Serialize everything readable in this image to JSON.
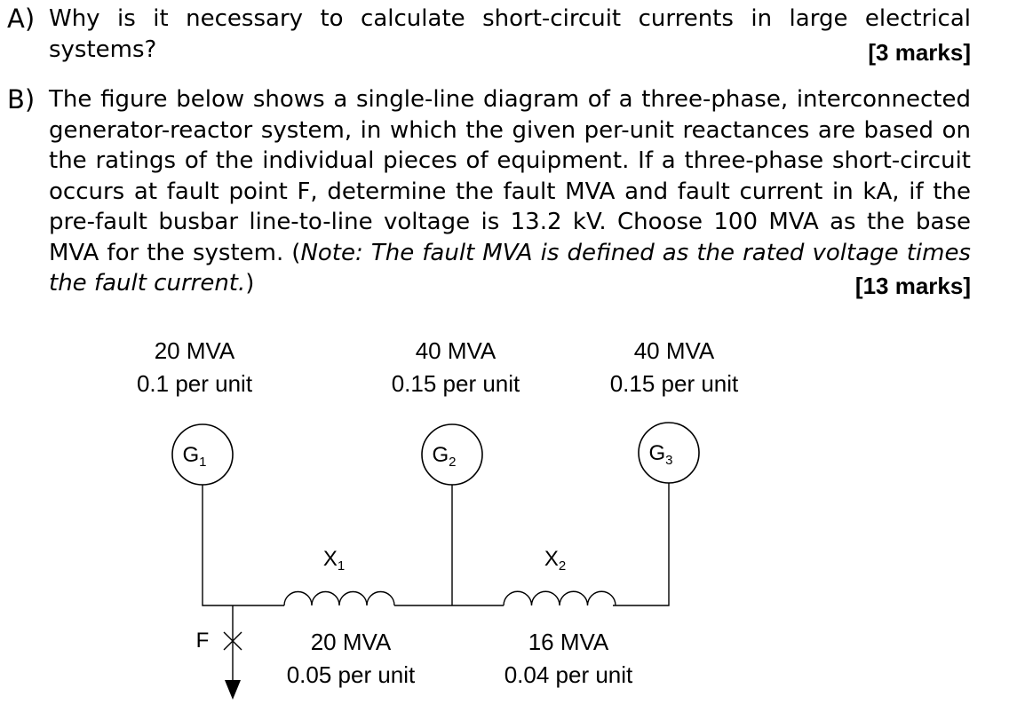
{
  "question_a": {
    "label": "A)",
    "text": "Why is it necessary to calculate short-circuit currents in large electrical systems?",
    "marks": "[3 marks]"
  },
  "question_b": {
    "label": "B)",
    "text_main": "The figure below shows a single-line diagram of a three-phase, interconnected generator-reactor system, in which the given per-unit reactances are based on the ratings of the individual pieces of equipment.  If a three-phase short-circuit occurs at fault point F, determine the fault MVA and fault current in kA, if the pre-fault busbar line-to-line voltage is 13.2 kV.  Choose 100 MVA as the base MVA for the system.  (",
    "note": "Note: The fault MVA is defined as the rated voltage times the fault current.",
    "text_end": ")",
    "marks": "[13 marks]"
  },
  "diagram": {
    "generators": [
      {
        "symbol": "G",
        "subscript": "1",
        "rating": "20 MVA",
        "reactance": "0.1 per unit"
      },
      {
        "symbol": "G",
        "subscript": "2",
        "rating": "40 MVA",
        "reactance": "0.15 per unit"
      },
      {
        "symbol": "G",
        "subscript": "3",
        "rating": "40 MVA",
        "reactance": "0.15 per unit"
      }
    ],
    "reactors": [
      {
        "symbol": "X",
        "subscript": "1",
        "rating": "20 MVA",
        "reactance": "0.05 per unit"
      },
      {
        "symbol": "X",
        "subscript": "2",
        "rating": "16 MVA",
        "reactance": "0.04 per unit"
      }
    ],
    "fault_label": "F"
  }
}
